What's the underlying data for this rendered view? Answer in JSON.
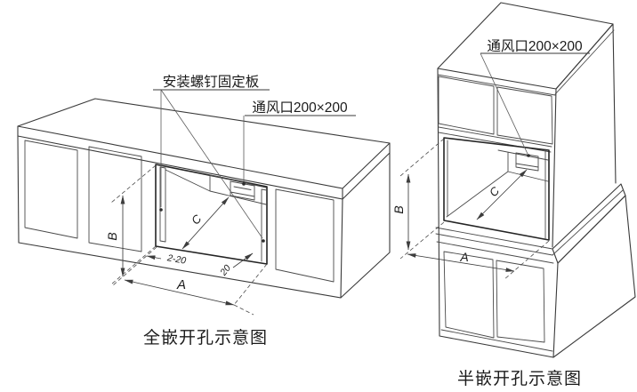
{
  "colors": {
    "background": "#ffffff",
    "ink": "#3a3a3a"
  },
  "left_diagram": {
    "caption": "全嵌开孔示意图",
    "callout_mount_plate": "安装螺钉固定板",
    "callout_vent": "通风口200×200",
    "dim_width": "A",
    "dim_height": "B",
    "dim_depth": "C",
    "dim_front_gap": "2-20",
    "dim_side_gap": "20"
  },
  "right_diagram": {
    "caption": "半嵌开孔示意图",
    "callout_vent": "通风口200×200",
    "dim_width": "A",
    "dim_height": "B",
    "dim_depth": "C"
  }
}
